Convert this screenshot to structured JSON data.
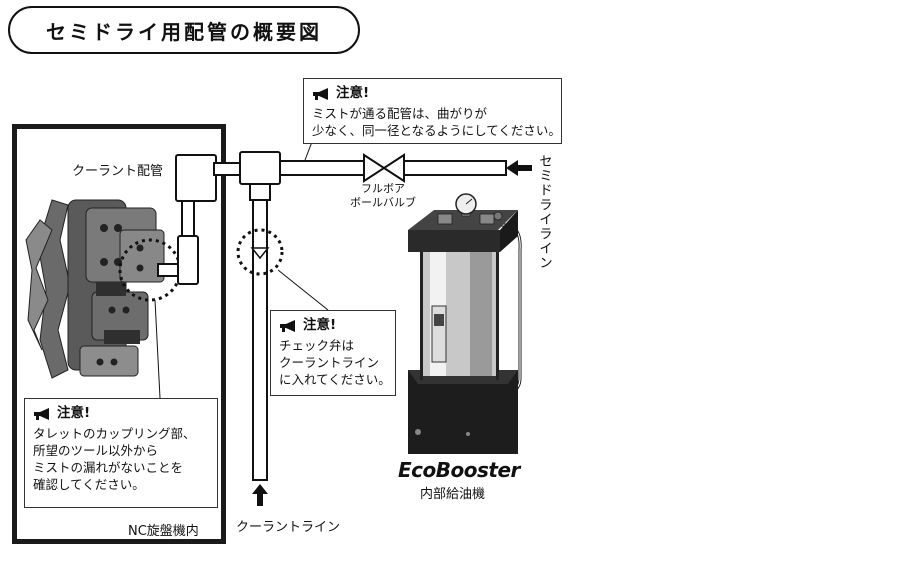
{
  "title": "セミドライ用配管の概要図",
  "labels": {
    "coolant_pipe": "クーラント配管",
    "ball_valve": [
      "フルボア",
      "ボールバルブ"
    ],
    "semidry_line": "セミドライライン",
    "coolant_line": "クーラントライン",
    "nc_lathe": "NC旋盤機内",
    "brand": "EcoBooster",
    "internal_pump": "内部給油機"
  },
  "notes": {
    "pipe": {
      "head": "注意!",
      "lines": [
        "ミストが通る配管は、曲がりが",
        "少なく、同一径となるようにしてください。"
      ]
    },
    "check_valve": {
      "head": "注意!",
      "lines": [
        "チェック弁は",
        "クーラントライン",
        "に入れてください。"
      ]
    },
    "turret": {
      "head": "注意!",
      "lines": [
        "タレットのカップリング部、",
        "所望のツール以外から",
        "ミストの漏れがないことを",
        "確認してください。"
      ]
    }
  },
  "icons": [
    "megaphone-icon",
    "arrow-left-icon",
    "arrow-up-icon",
    "ball-valve-icon",
    "check-valve-icon",
    "pressure-gauge-icon"
  ]
}
